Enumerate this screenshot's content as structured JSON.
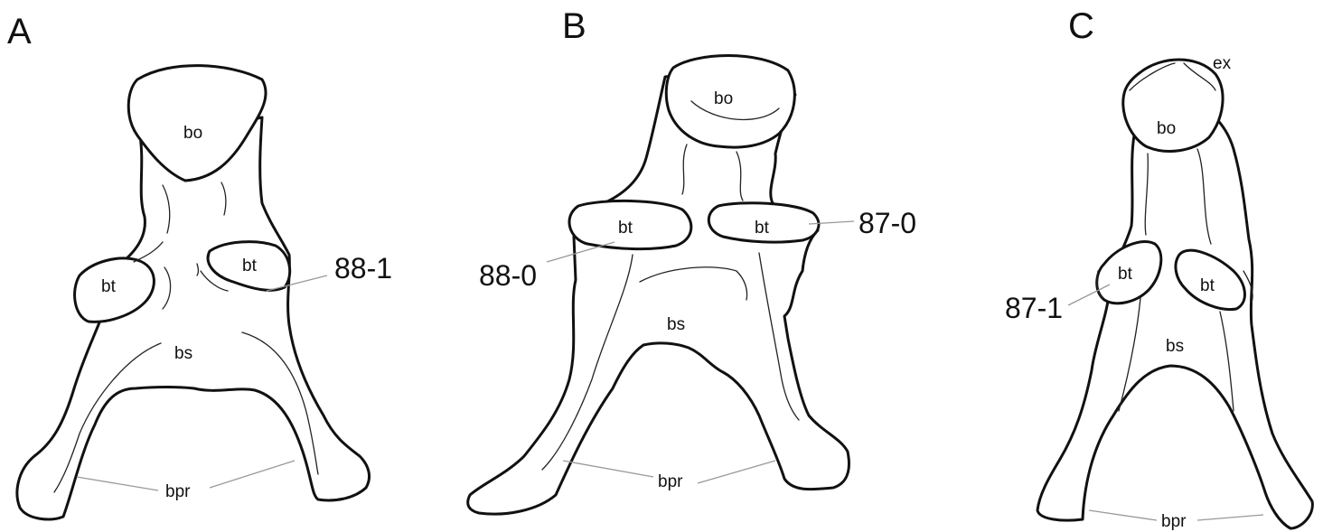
{
  "panels": [
    {
      "label": "A",
      "labels": {
        "bo": "bo",
        "bt_left": "bt",
        "bt_right": "bt",
        "bs": "bs",
        "bpr": "bpr"
      },
      "code": "88-1"
    },
    {
      "label": "B",
      "labels": {
        "bo": "bo",
        "bt_left": "bt",
        "bt_right": "bt",
        "bs": "bs",
        "bpr": "bpr"
      },
      "code_left": "88-0",
      "code_right": "87-0"
    },
    {
      "label": "C",
      "labels": {
        "ex": "ex",
        "bo": "bo",
        "bt_left": "bt",
        "bt_right": "bt",
        "bs": "bs",
        "bpr": "bpr"
      },
      "code": "87-1"
    }
  ]
}
